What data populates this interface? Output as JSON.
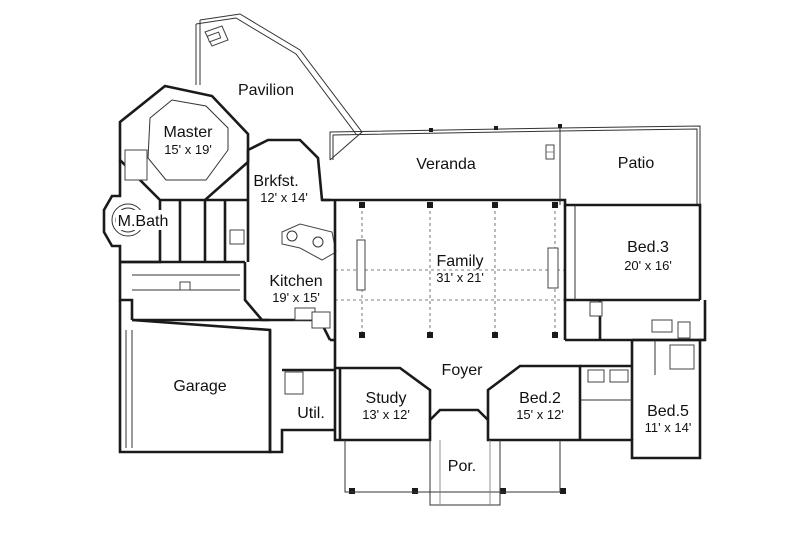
{
  "rooms": {
    "pavilion": {
      "name": "Pavilion"
    },
    "master": {
      "name": "Master",
      "size": "15' x 19'"
    },
    "mbath": {
      "name": "M.Bath"
    },
    "brkfst": {
      "name": "Brkfst.",
      "size": "12' x 14'"
    },
    "veranda": {
      "name": "Veranda"
    },
    "patio": {
      "name": "Patio"
    },
    "family": {
      "name": "Family",
      "size": "31' x 21'"
    },
    "bed3": {
      "name": "Bed.3",
      "size": "20' x 16'"
    },
    "kitchen": {
      "name": "Kitchen",
      "size": "19' x 15'"
    },
    "garage": {
      "name": "Garage"
    },
    "foyer": {
      "name": "Foyer"
    },
    "study": {
      "name": "Study",
      "size": "13' x 12'"
    },
    "util": {
      "name": "Util."
    },
    "bed2": {
      "name": "Bed.2",
      "size": "15' x 12'"
    },
    "bed5": {
      "name": "Bed.5",
      "size": "11' x 14'"
    },
    "porch": {
      "name": "Por."
    }
  }
}
